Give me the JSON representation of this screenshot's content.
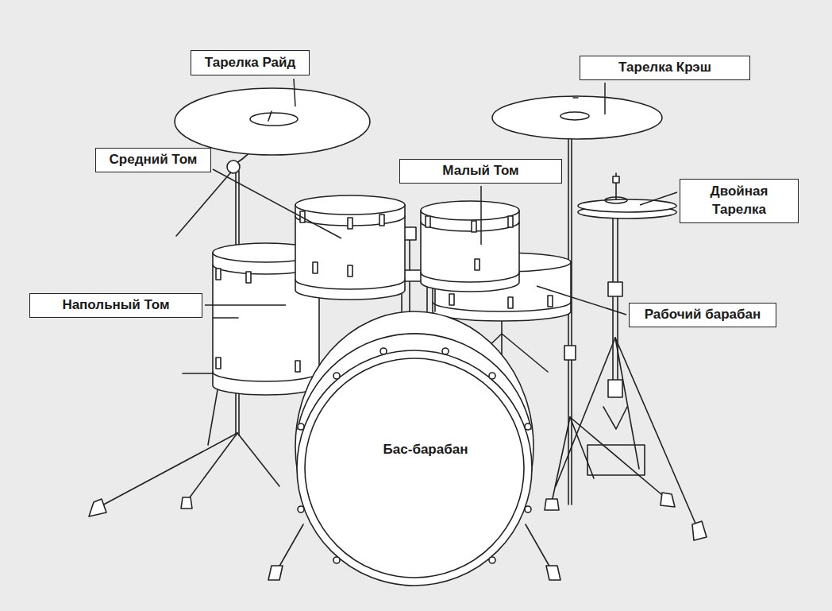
{
  "diagram": {
    "nodes": [
      {
        "text": [
          "Тарелка Райд"
        ]
      },
      {
        "text": [
          "Тарелка Крэш"
        ]
      },
      {
        "text": [
          "Средний Том"
        ]
      },
      {
        "text": [
          "Малый Том"
        ]
      },
      {
        "text": [
          "Двойная Тарелка"
        ]
      },
      {
        "text": [
          "Напольный Том"
        ]
      },
      {
        "text": [
          "Рабочий барабан"
        ]
      },
      {
        "text": [
          "Бас-барабан"
        ]
      }
    ]
  }
}
